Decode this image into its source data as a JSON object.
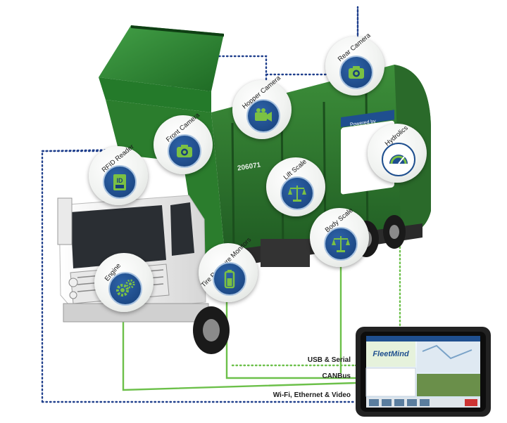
{
  "diagram": {
    "nodes": [
      {
        "id": "rear-camera",
        "label": "Rear Camera",
        "icon": "camera-icon"
      },
      {
        "id": "hopper-camera",
        "label": "Hopper Camera",
        "icon": "video-camera-icon"
      },
      {
        "id": "front-camera",
        "label": "Front Camera",
        "icon": "camera-icon"
      },
      {
        "id": "rfid-reader",
        "label": "RFID Reader",
        "icon": "rfid-card-icon"
      },
      {
        "id": "hydrolics",
        "label": "Hydrolics",
        "icon": "gauge-icon"
      },
      {
        "id": "lift-scale",
        "label": "Lift Scale",
        "icon": "scale-icon"
      },
      {
        "id": "body-scale",
        "label": "Body Scale",
        "icon": "scale-icon"
      },
      {
        "id": "engine",
        "label": "Engine",
        "icon": "gears-icon"
      },
      {
        "id": "tire-pressure-monitors",
        "label": "Tire Pressure Monitors",
        "icon": "battery-icon"
      }
    ],
    "connections": [
      {
        "label": "USB & Serial",
        "style": "dotted",
        "color": "#6cc04a"
      },
      {
        "label": "CANBus",
        "style": "solid",
        "color": "#6cc04a"
      },
      {
        "label": "Wi-Fi, Ethernet & Video",
        "style": "dotted",
        "color": "#1f3f8c"
      }
    ],
    "truck": {
      "unit_number": "206071",
      "panel_label": "Powered by"
    },
    "tablet": {
      "brand": "FleetMind"
    },
    "colors": {
      "icon_disc": "#1f4f8f",
      "icon_glyph": "#7bc143",
      "truck_body": "#2f7a2e",
      "cab": "#f4f4f4",
      "wireless_line": "#1f3f8c",
      "wired_line": "#6cc04a"
    }
  }
}
